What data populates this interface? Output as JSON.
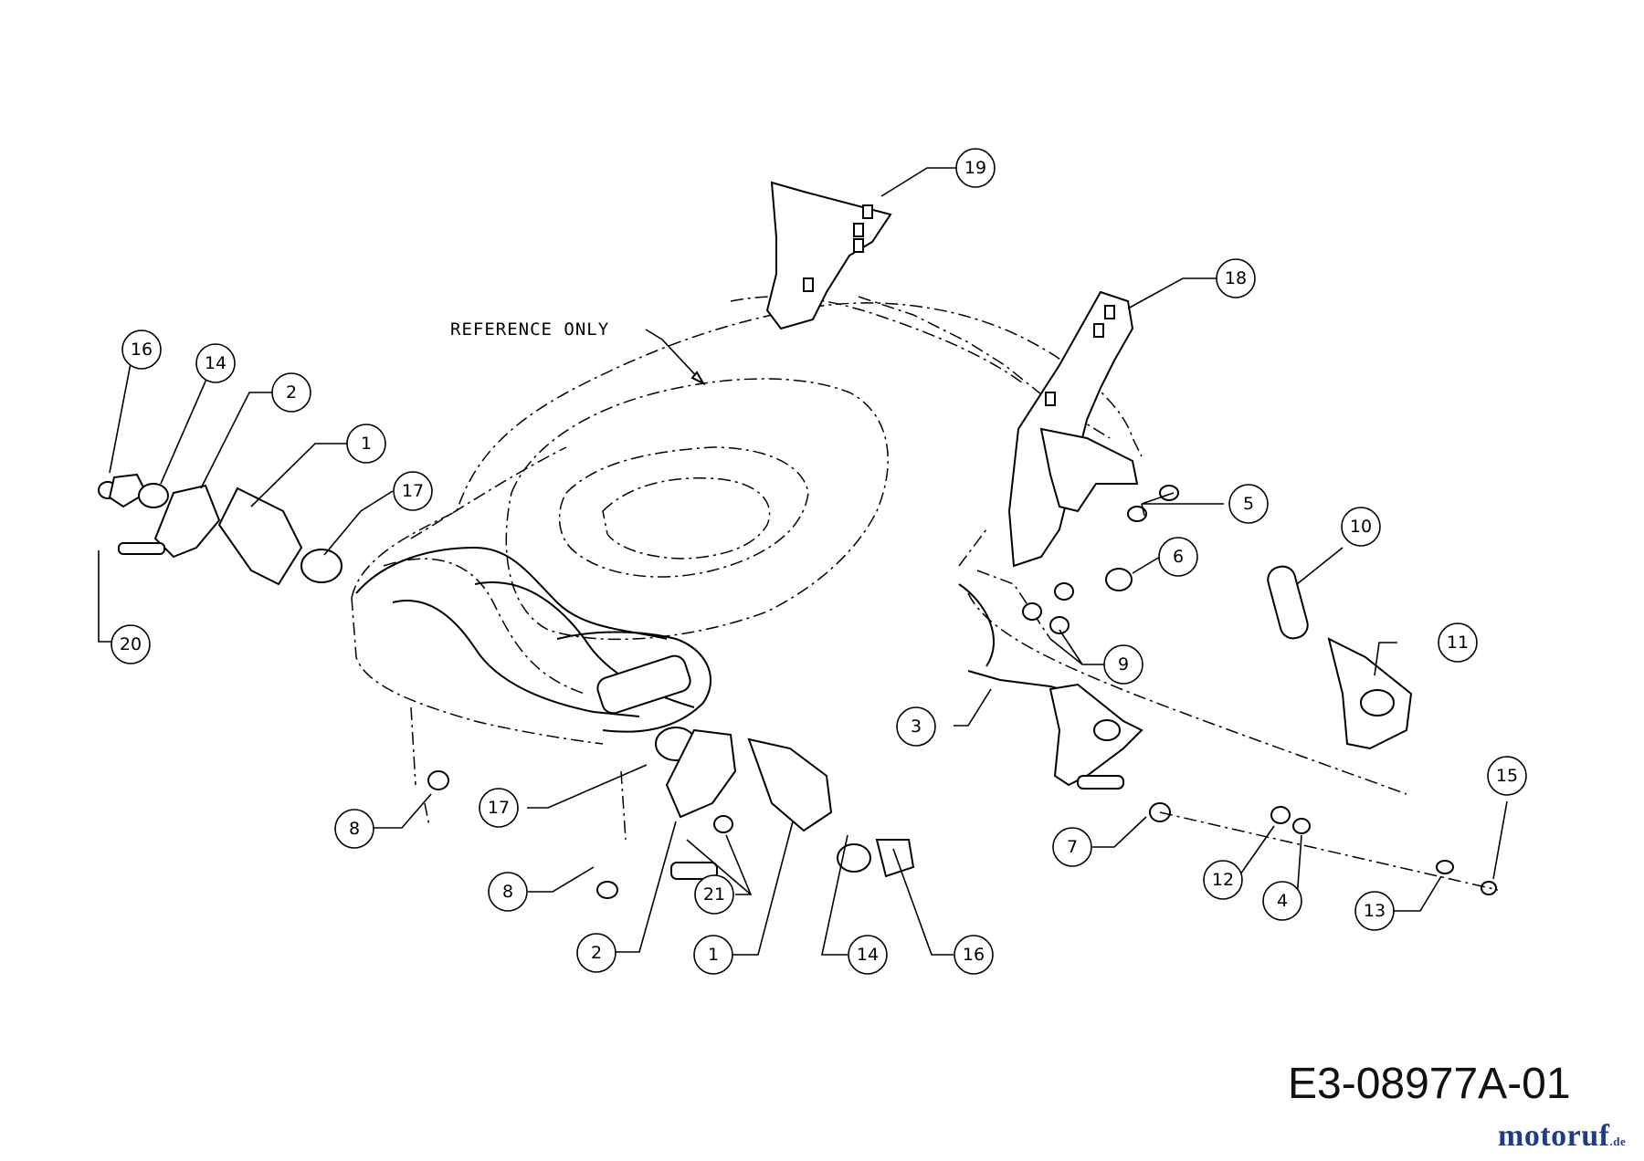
{
  "diagram": {
    "reference_label": "REFERENCE ONLY",
    "drawing_number": "E3-08977A-01",
    "watermark": {
      "main": "motoruf",
      "accent": "",
      "suffix": ".de"
    },
    "callouts": [
      "1",
      "1",
      "2",
      "2",
      "3",
      "4",
      "5",
      "6",
      "7",
      "8",
      "8",
      "9",
      "10",
      "11",
      "12",
      "13",
      "14",
      "14",
      "15",
      "16",
      "16",
      "17",
      "17",
      "18",
      "19",
      "20",
      "21"
    ]
  }
}
